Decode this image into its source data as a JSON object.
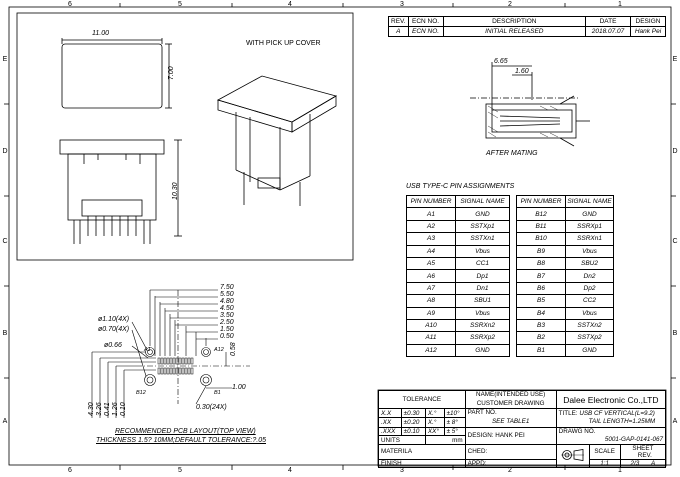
{
  "zones": {
    "columns": [
      "6",
      "5",
      "4",
      "3",
      "2",
      "1"
    ],
    "rows": [
      "E",
      "D",
      "C",
      "B",
      "A"
    ]
  },
  "revision": {
    "headers": [
      "REV.",
      "ECN NO.",
      "DESCRIPTION",
      "DATE",
      "DESIGN"
    ],
    "row": [
      "A",
      "ECN NO.",
      "INITIAL RELEASED",
      "2018.07.07",
      "Hank Pei"
    ]
  },
  "views": {
    "top_note": "WITH PICK UP COVER",
    "dim_width": "11.00",
    "dim_height": "7.00",
    "dim_total": "10.30",
    "mating_dim_1": "6.65",
    "mating_dim_2": "1.60",
    "mating_caption": "AFTER MATING"
  },
  "pin_assignments": {
    "title": "USB TYPE-C PIN ASSIGNMENTS",
    "headers": [
      "PIN NUMBER",
      "SIGNAL NAME"
    ],
    "left": [
      [
        "A1",
        "GND"
      ],
      [
        "A2",
        "SSTXp1"
      ],
      [
        "A3",
        "SSTXn1"
      ],
      [
        "A4",
        "Vbus"
      ],
      [
        "A5",
        "CC1"
      ],
      [
        "A6",
        "Dp1"
      ],
      [
        "A7",
        "Dn1"
      ],
      [
        "A8",
        "SBU1"
      ],
      [
        "A9",
        "Vbus"
      ],
      [
        "A10",
        "SSRXn2"
      ],
      [
        "A11",
        "SSRXp2"
      ],
      [
        "A12",
        "GND"
      ]
    ],
    "right": [
      [
        "B12",
        "GND"
      ],
      [
        "B11",
        "SSRXp1"
      ],
      [
        "B10",
        "SSRXn1"
      ],
      [
        "B9",
        "Vbus"
      ],
      [
        "B8",
        "SBU2"
      ],
      [
        "B7",
        "Dn2"
      ],
      [
        "B6",
        "Dp2"
      ],
      [
        "B5",
        "CC2"
      ],
      [
        "B4",
        "Vbus"
      ],
      [
        "B3",
        "SSTXn2"
      ],
      [
        "B2",
        "SSTXp2"
      ],
      [
        "B1",
        "GND"
      ]
    ]
  },
  "pcb": {
    "dims_right": [
      "7.50",
      "5.50",
      "4.80",
      "4.50",
      "3.50",
      "2.50",
      "1.50",
      "0.50"
    ],
    "dims_left": [
      "ø1.10(4X)",
      "ø0.70(4X)",
      "ø0.66"
    ],
    "dim_058": "0.58",
    "dim_100": "1.00",
    "dim_pitch": "0.30(24X)",
    "dims_bottom": [
      "4.30",
      "3.26",
      "0.41",
      "1.26",
      "0.10"
    ],
    "labels": [
      "A1",
      "A12",
      "B12",
      "B1"
    ],
    "caption": "RECOMMENDED PCB LAYOUT(TOP VIEW)",
    "subcaption": "THICKNESS 1.5? 10MM;DEFAULT TOLERANCE:?.05"
  },
  "title_block": {
    "tolerance_title": "TOLERANCE",
    "tol_rows": [
      [
        "X.X",
        "±0.30",
        "X.°",
        "±10°"
      ],
      [
        ".XX",
        "±0.20",
        "X.°",
        "± 8°"
      ],
      [
        ".XXX",
        "±0.10",
        "XX°",
        "± 5°"
      ]
    ],
    "units_label": "UNITS",
    "units_value": "mm",
    "material_label": "MATERILA",
    "finish_label": "FINISH",
    "name_line1": "NAME(INTENDED USE)",
    "name_line2": "CUSTOMER DRAWING",
    "part_no_label": "PART NO.",
    "part_no_value": "SEE TABLE1",
    "design_label": "DESIGN: HANK PEI",
    "checked_label": "CHED:",
    "approved_label": "APPD:",
    "company": "Dalee Electronic Co.,LTD",
    "title_label": "TITLE:",
    "title_line1": "USB CF VERTICAL(L=9.2)",
    "title_line2": "TAIL LENGTH=1.25MM",
    "drawing_label": "DRAWG NO.",
    "drawing_no": "5001-GAP-0141-067",
    "scale_label": "SCALE",
    "sheet_label": "SHEET",
    "rev_label": "REV.",
    "scale_value": "1:1",
    "sheet_value": "2/3",
    "rev_value": "A"
  }
}
